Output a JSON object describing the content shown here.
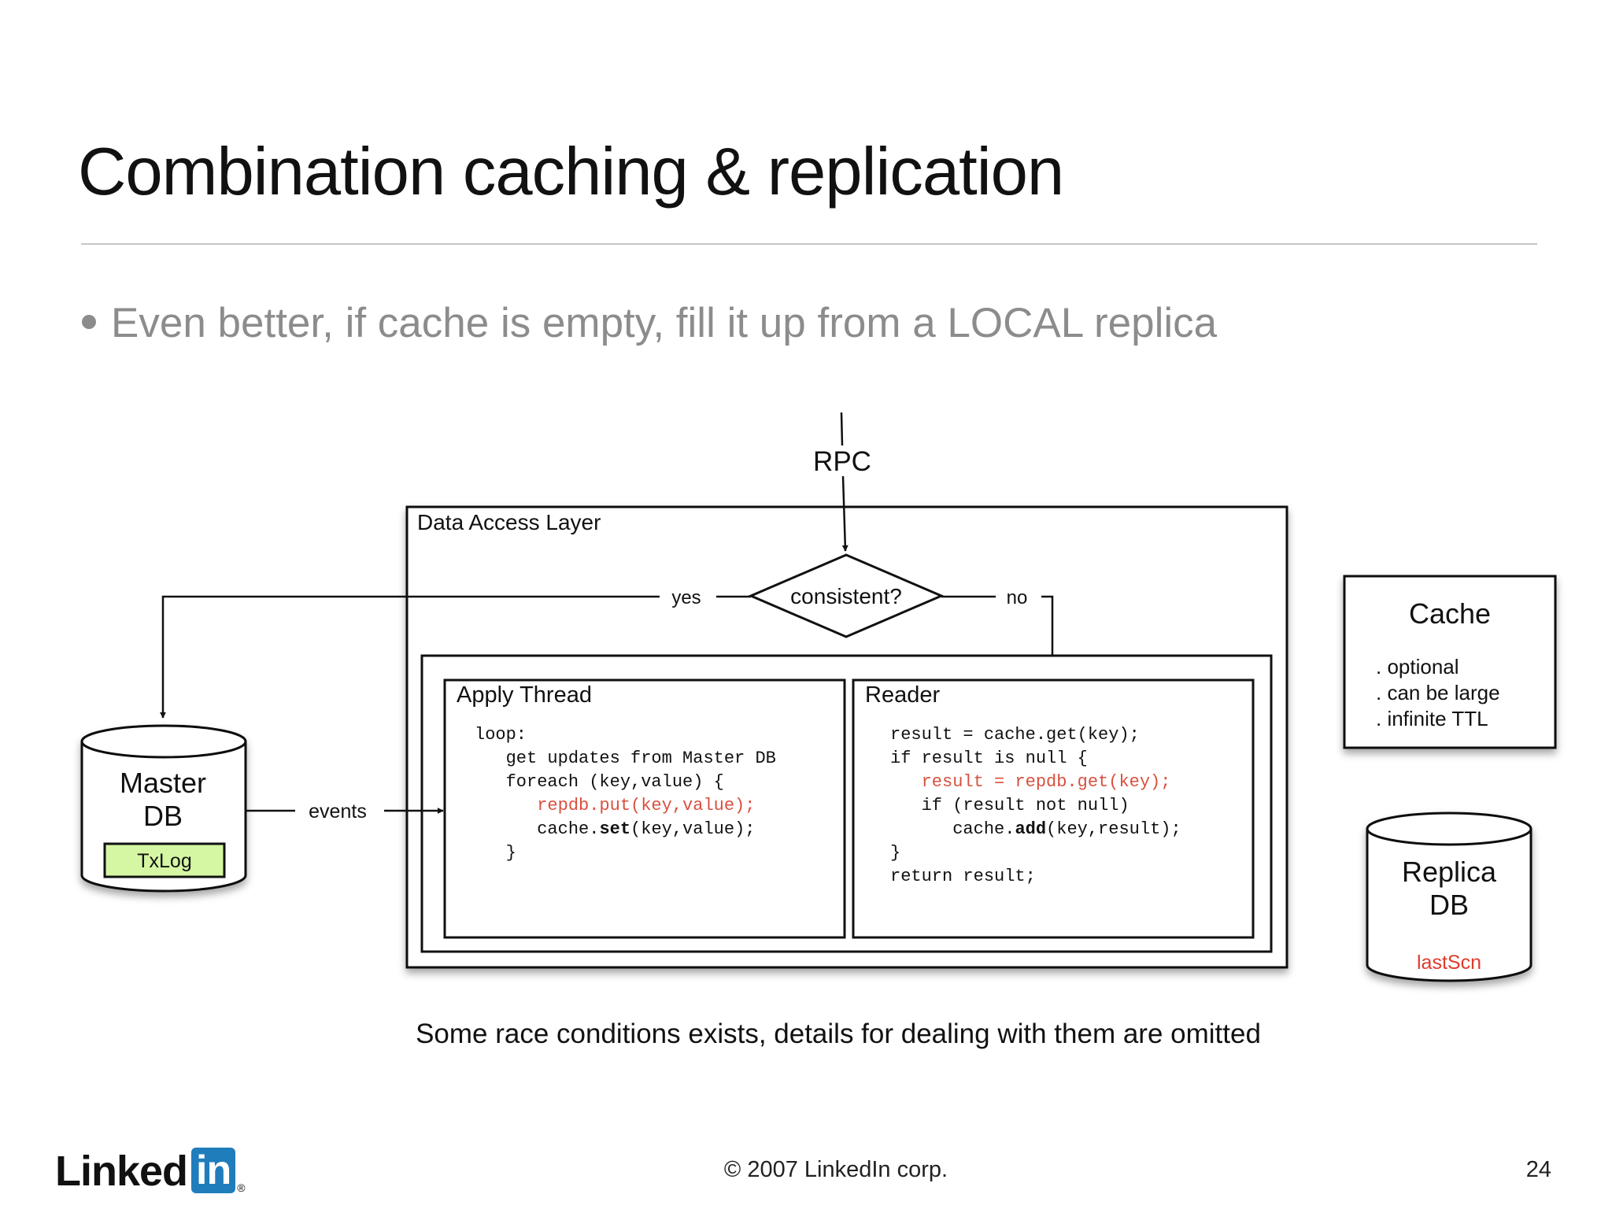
{
  "slide": {
    "title": "Combination caching & replication",
    "bullet": "Even better, if cache is empty, fill it up from a LOCAL replica",
    "footnote": "Some race conditions exists, details for dealing with them are omitted",
    "copyright": "© 2007 LinkedIn corp.",
    "page_number": "24",
    "logo": {
      "text": "Linked",
      "box": "in",
      "mark": "®",
      "brand_color": "#1f7dbb"
    }
  },
  "diagram": {
    "rpc_label": "RPC",
    "dal_label": "Data Access Layer",
    "decision_label": "consistent?",
    "yes_label": "yes",
    "no_label": "no",
    "events_label": "events",
    "master_db": {
      "line1": "Master",
      "line2": "DB",
      "txlog": "TxLog"
    },
    "replica_db": {
      "line1": "Replica",
      "line2": "DB",
      "last_scn": "lastScn"
    },
    "cache": {
      "title": "Cache",
      "notes": [
        ". optional",
        ". can be large",
        ". infinite TTL"
      ]
    },
    "apply_thread": {
      "title": "Apply Thread",
      "code": [
        {
          "text": "loop:",
          "red": false
        },
        {
          "text": "   get updates from Master DB",
          "red": false
        },
        {
          "text": "   foreach (key,value) {",
          "red": false
        },
        {
          "text": "      repdb.put(key,value);",
          "red": true
        },
        {
          "pre": "      cache.",
          "bold": "set",
          "post": "(key,value);"
        },
        {
          "text": "   }",
          "red": false
        }
      ]
    },
    "reader": {
      "title": "Reader",
      "code": [
        {
          "text": "result = cache.get(key);",
          "red": false
        },
        {
          "text": "if result is null {",
          "red": false
        },
        {
          "text": "   result = repdb.get(key);",
          "red": true
        },
        {
          "text": "   if (result not null)",
          "red": false
        },
        {
          "pre": "      cache.",
          "bold": "add",
          "post": "(key,result);"
        },
        {
          "text": "}",
          "red": false
        },
        {
          "text": "return result;",
          "red": false
        }
      ]
    },
    "colors": {
      "code_red": "#d9503f",
      "txlog_fill": "#d5f7a4",
      "last_scn": "#e03a2a"
    }
  }
}
